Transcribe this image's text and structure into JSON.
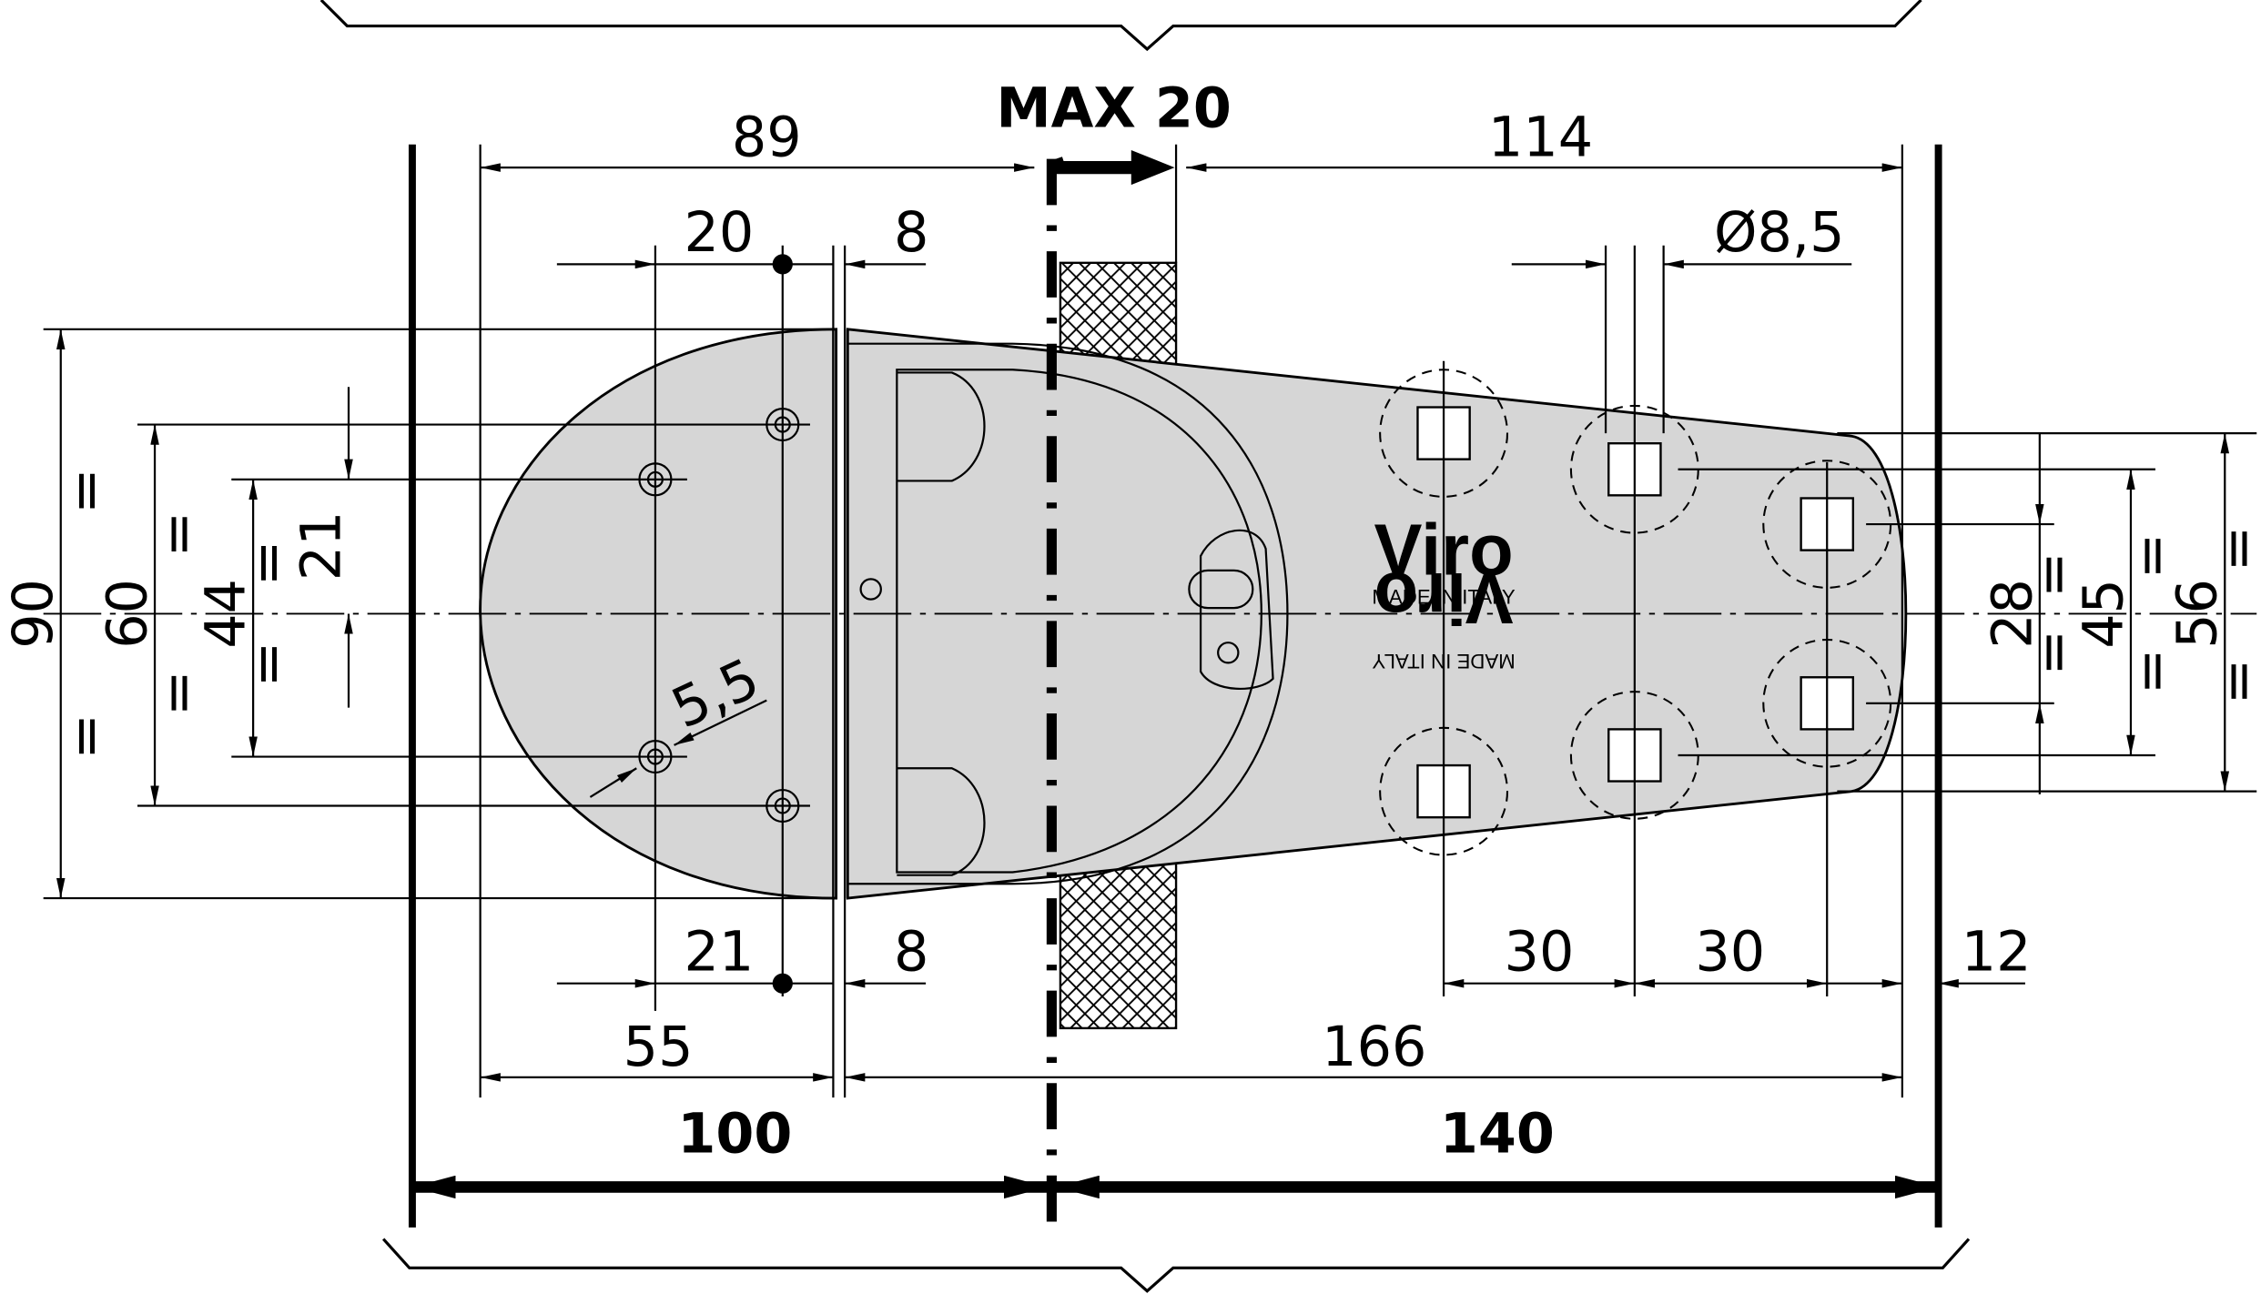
{
  "drawing": {
    "brand": "Viro",
    "brand_sub": "MADE IN ITALY",
    "top": {
      "d89": "89",
      "dmax": "MAX 20",
      "d114": "114",
      "d20": "20",
      "d8": "8",
      "ddia": "Ø8,5"
    },
    "left": {
      "d90": "90",
      "d60": "60",
      "d44": "44",
      "d21": "21",
      "d55h": "5,5",
      "eq": "="
    },
    "right": {
      "d28": "28",
      "d45": "45",
      "d56": "56",
      "eq": "="
    },
    "bottom": {
      "d21": "21",
      "d8": "8",
      "d30a": "30",
      "d30b": "30",
      "d12": "12",
      "d55": "55",
      "d166": "166",
      "d100": "100",
      "d140": "140"
    }
  }
}
